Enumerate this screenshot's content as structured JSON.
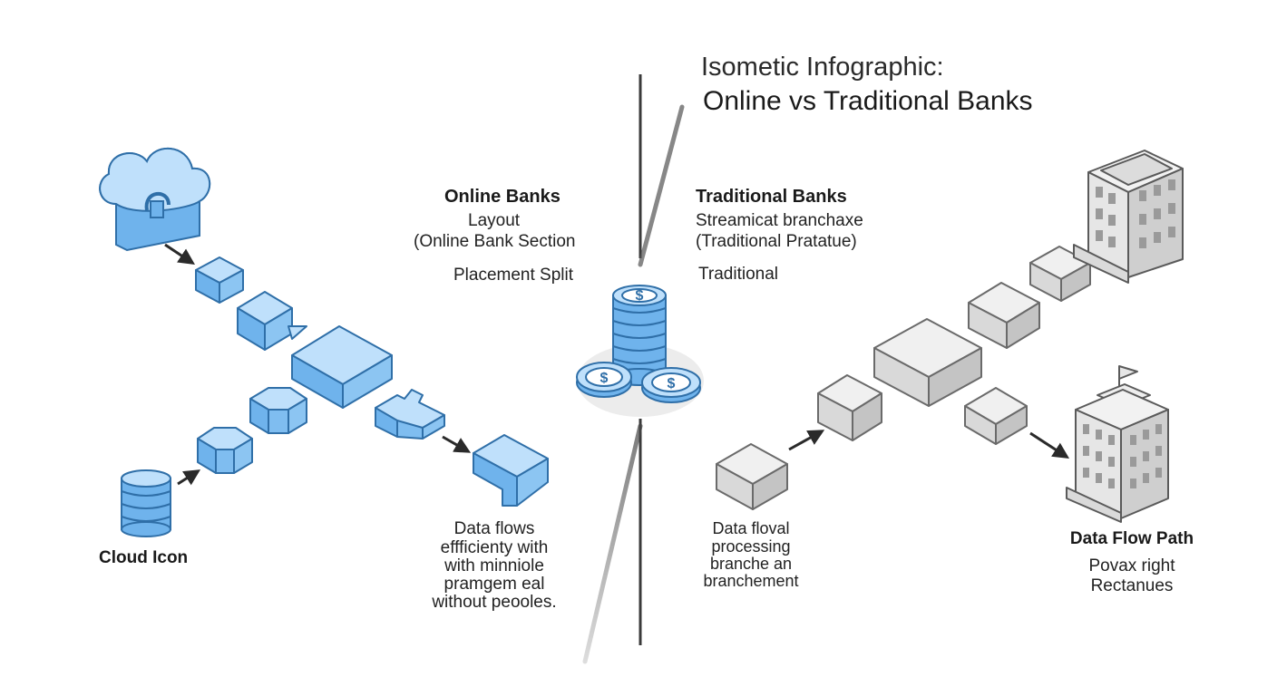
{
  "header": {
    "title_line1": "Isometic Infographic:",
    "title_line2": "Online vs Traditional Banks"
  },
  "online": {
    "heading": "Online Banks",
    "lines": [
      "Layout",
      "(Online Bank Section",
      "Placement Split"
    ],
    "caption_lines": [
      "Data flows",
      "effficienty with",
      "with minniole",
      "pramgem eal",
      "without peooles."
    ],
    "icon_label": "Cloud Icon"
  },
  "traditional": {
    "heading": "Traditional Banks",
    "lines": [
      "Streamicat branchaxe",
      "(Traditional Pratatue)",
      "Traditional"
    ],
    "caption_lines": [
      "Data floval",
      "processing",
      "branche an",
      "branchement"
    ],
    "flow_title": "Data Flow Path",
    "flow_lines": [
      "Povax right",
      "Rectanues"
    ]
  },
  "colors": {
    "online_blue": "#6fb3ec",
    "online_stroke": "#2f6fa8",
    "traditional_gray": "#d9d9d9",
    "traditional_stroke": "#6a6a6a"
  },
  "icons": [
    "cloud-lock-icon",
    "database-icon",
    "coin-stack-icon",
    "bank-building-icon",
    "office-building-icon",
    "arrow-icon"
  ]
}
